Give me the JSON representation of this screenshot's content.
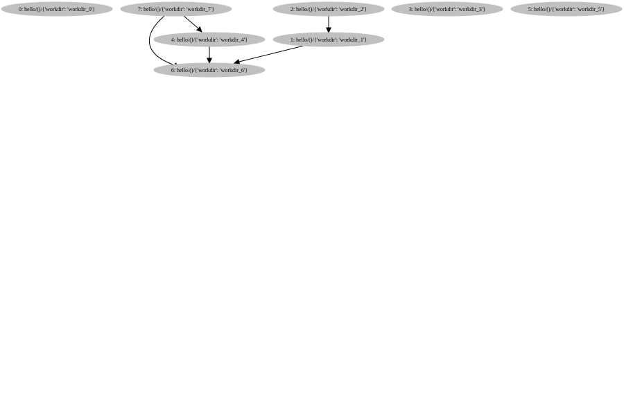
{
  "graph": {
    "nodes": [
      {
        "id": "n0",
        "label": "0: hello/()/{'workdir': 'workdir_0'}",
        "color": "#c0c0c0"
      },
      {
        "id": "n7",
        "label": "7: hello/()/{'workdir': 'workdir_7'}",
        "color": "#c0c0c0"
      },
      {
        "id": "n2",
        "label": "2: hello/()/{'workdir': 'workdir_2'}",
        "color": "#c0c0c0"
      },
      {
        "id": "n3",
        "label": "3: hello/()/{'workdir': 'workdir_3'}",
        "color": "#c0c0c0"
      },
      {
        "id": "n5",
        "label": "5: hello/()/{'workdir': 'workdir_5'}",
        "color": "#c0c0c0"
      },
      {
        "id": "n4",
        "label": "4: hello/()/{'workdir': 'workdir_4'}",
        "color": "#c0c0c0"
      },
      {
        "id": "n1",
        "label": "1: hello/()/{'workdir': 'workdir_1'}",
        "color": "#c0c0c0"
      },
      {
        "id": "n6",
        "label": "6: hello/()/{'workdir': 'workdir_6'}",
        "color": "#c0c0c0"
      }
    ],
    "edges": [
      {
        "from": "n7",
        "to": "n4"
      },
      {
        "from": "n7",
        "to": "n6"
      },
      {
        "from": "n2",
        "to": "n1"
      },
      {
        "from": "n4",
        "to": "n6"
      },
      {
        "from": "n1",
        "to": "n6"
      }
    ]
  }
}
